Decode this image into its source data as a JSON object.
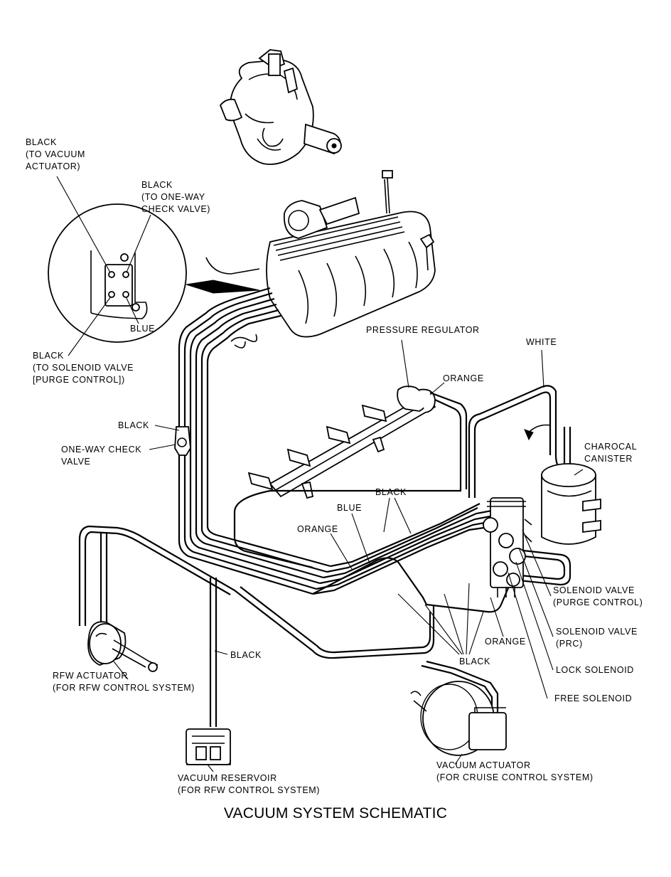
{
  "title": "VACUUM SYSTEM SCHEMATIC",
  "inset": {
    "top_left": [
      "BLACK",
      "(TO VACUUM",
      "ACTUATOR)"
    ],
    "top_right": [
      "BLACK",
      "(TO ONE-WAY",
      "CHECK VALVE)"
    ],
    "blue": "BLUE",
    "bottom": [
      "BLACK",
      "(TO SOLENOID VALVE",
      "[PURGE CONTROL])"
    ]
  },
  "labels": {
    "pressure_regulator": "PRESSURE REGULATOR",
    "white": "WHITE",
    "orange_top": "ORANGE",
    "charcoal_canister": [
      "CHAROCAL",
      "CANISTER"
    ],
    "black_hose": "BLACK",
    "one_way_check_valve": [
      "ONE-WAY CHECK",
      "VALVE"
    ],
    "black_mid": "BLACK",
    "blue_mid": "BLUE",
    "orange_mid": "ORANGE",
    "solenoid_purge": [
      "SOLENOID VALVE",
      "(PURGE CONTROL)"
    ],
    "solenoid_prc": [
      "SOLENOID VALVE",
      "(PRC)"
    ],
    "lock_solenoid": "LOCK SOLENOID",
    "free_solenoid": "FREE SOLENOID",
    "orange_low": "ORANGE",
    "black_low": "BLACK",
    "black_reservoir": "BLACK",
    "rfw_actuator": [
      "RFW ACTUATOR",
      "(FOR RFW CONTROL SYSTEM)"
    ],
    "vacuum_reservoir": [
      "VACUUM RESERVOIR",
      "(FOR RFW CONTROL SYSTEM)"
    ],
    "vacuum_actuator": [
      "VACUUM ACTUATOR",
      "(FOR CRUISE CONTROL SYSTEM)"
    ]
  }
}
